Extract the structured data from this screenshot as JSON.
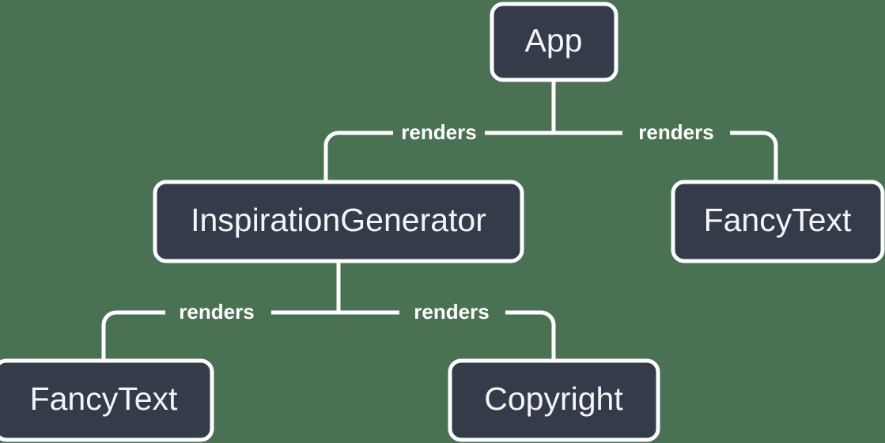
{
  "diagram": {
    "type": "component-tree",
    "background_color": "#4a7153",
    "node_fill_color": "#343b49",
    "node_border_color": "#ffffff",
    "node_text_color": "#f4f5f7",
    "edge_color": "#ffffff",
    "nodes": [
      {
        "id": "app",
        "label": "App"
      },
      {
        "id": "inspiration-generator",
        "label": "InspirationGenerator"
      },
      {
        "id": "fancytext-right",
        "label": "FancyText"
      },
      {
        "id": "fancytext-bottom-left",
        "label": "FancyText"
      },
      {
        "id": "copyright",
        "label": "Copyright"
      }
    ],
    "edges": [
      {
        "from": "app",
        "to": "inspiration-generator",
        "label": "renders"
      },
      {
        "from": "app",
        "to": "fancytext-right",
        "label": "renders"
      },
      {
        "from": "inspiration-generator",
        "to": "fancytext-bottom-left",
        "label": "renders"
      },
      {
        "from": "inspiration-generator",
        "to": "copyright",
        "label": "renders"
      }
    ]
  }
}
